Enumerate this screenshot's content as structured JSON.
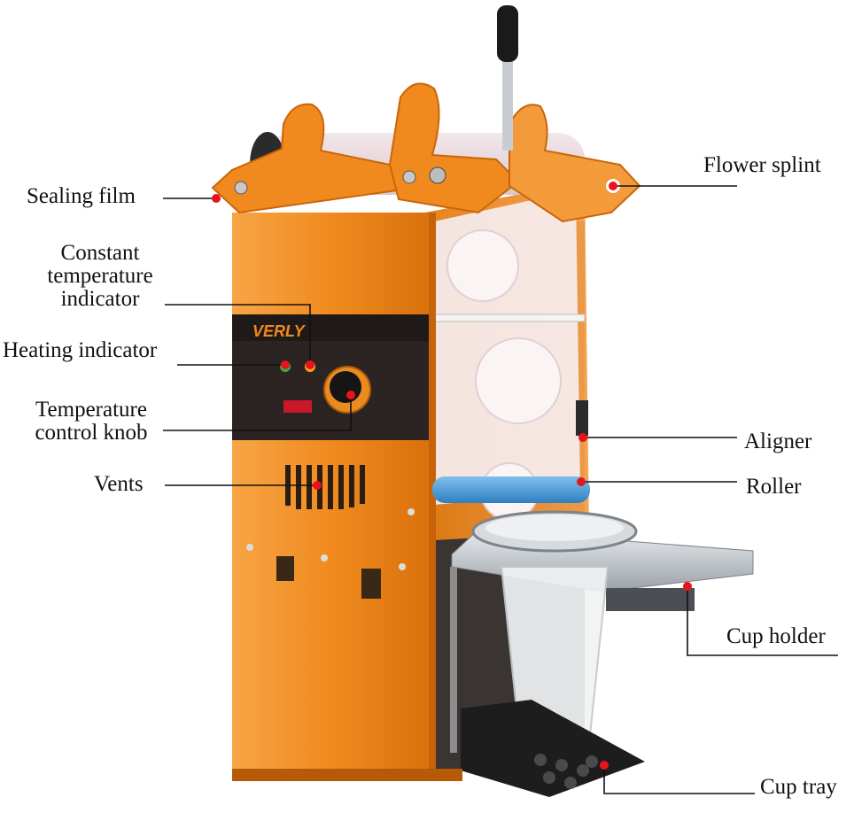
{
  "labels": {
    "sealing_film": "Sealing film",
    "constant_temp": [
      "Constant",
      "temperature",
      "indicator"
    ],
    "heating_indicator": "Heating indicator",
    "temperature_knob": [
      "Temperature",
      "control knob"
    ],
    "vents": "Vents",
    "flower_splint": "Flower splint",
    "aligner": "Aligner",
    "roller": "Roller",
    "cup_holder": "Cup holder",
    "cup_tray": "Cup tray"
  },
  "colors": {
    "machine_orange": "#f08a1e",
    "leader_line": "#111111",
    "marker_red": "#e8141b"
  }
}
